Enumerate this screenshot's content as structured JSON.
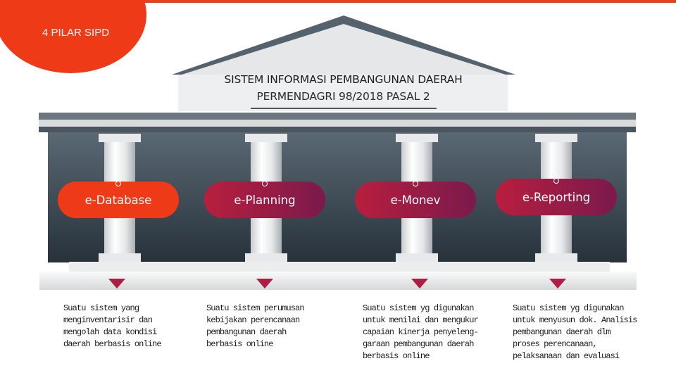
{
  "badge": {
    "label": "4 PILAR SIPD"
  },
  "roof": {
    "title": "SISTEM INFORMASI PEMBANGUNAN DAERAH",
    "subtitle": "PERMENDAGRI 98/2018 PASAL 2"
  },
  "pillars": [
    {
      "name": "e-Database",
      "description": [
        "Suatu sistem yang",
        "menginventarisir dan",
        "mengolah data kondisi",
        "daerah berbasis online"
      ]
    },
    {
      "name": "e-Planning",
      "description": [
        "Suatu sistem perumusan",
        "kebijakan perencanaan",
        "pembangunan daerah",
        "berbasis online"
      ]
    },
    {
      "name": "e-Monev",
      "description": [
        "Suatu sistem yg digunakan",
        "untuk menilai dan mengukur",
        "capaian kinerja penyeleng-",
        "garaan pembangunan daerah",
        "berbasis online"
      ]
    },
    {
      "name": "e-Reporting",
      "description": [
        "Suatu sistem yg digunakan",
        "untuk menyusun dok. Analisis",
        "pembangunan daerah dlm",
        "proses perencanaan,",
        "pelaksanaan dan evaluasi"
      ]
    }
  ],
  "colors": {
    "accent": "#ee3a17",
    "pill_1": "#ee3a17",
    "pill_2_to_4": "#8a1a4a",
    "wall": "#3c4a55",
    "roof": "#4f5b66"
  }
}
